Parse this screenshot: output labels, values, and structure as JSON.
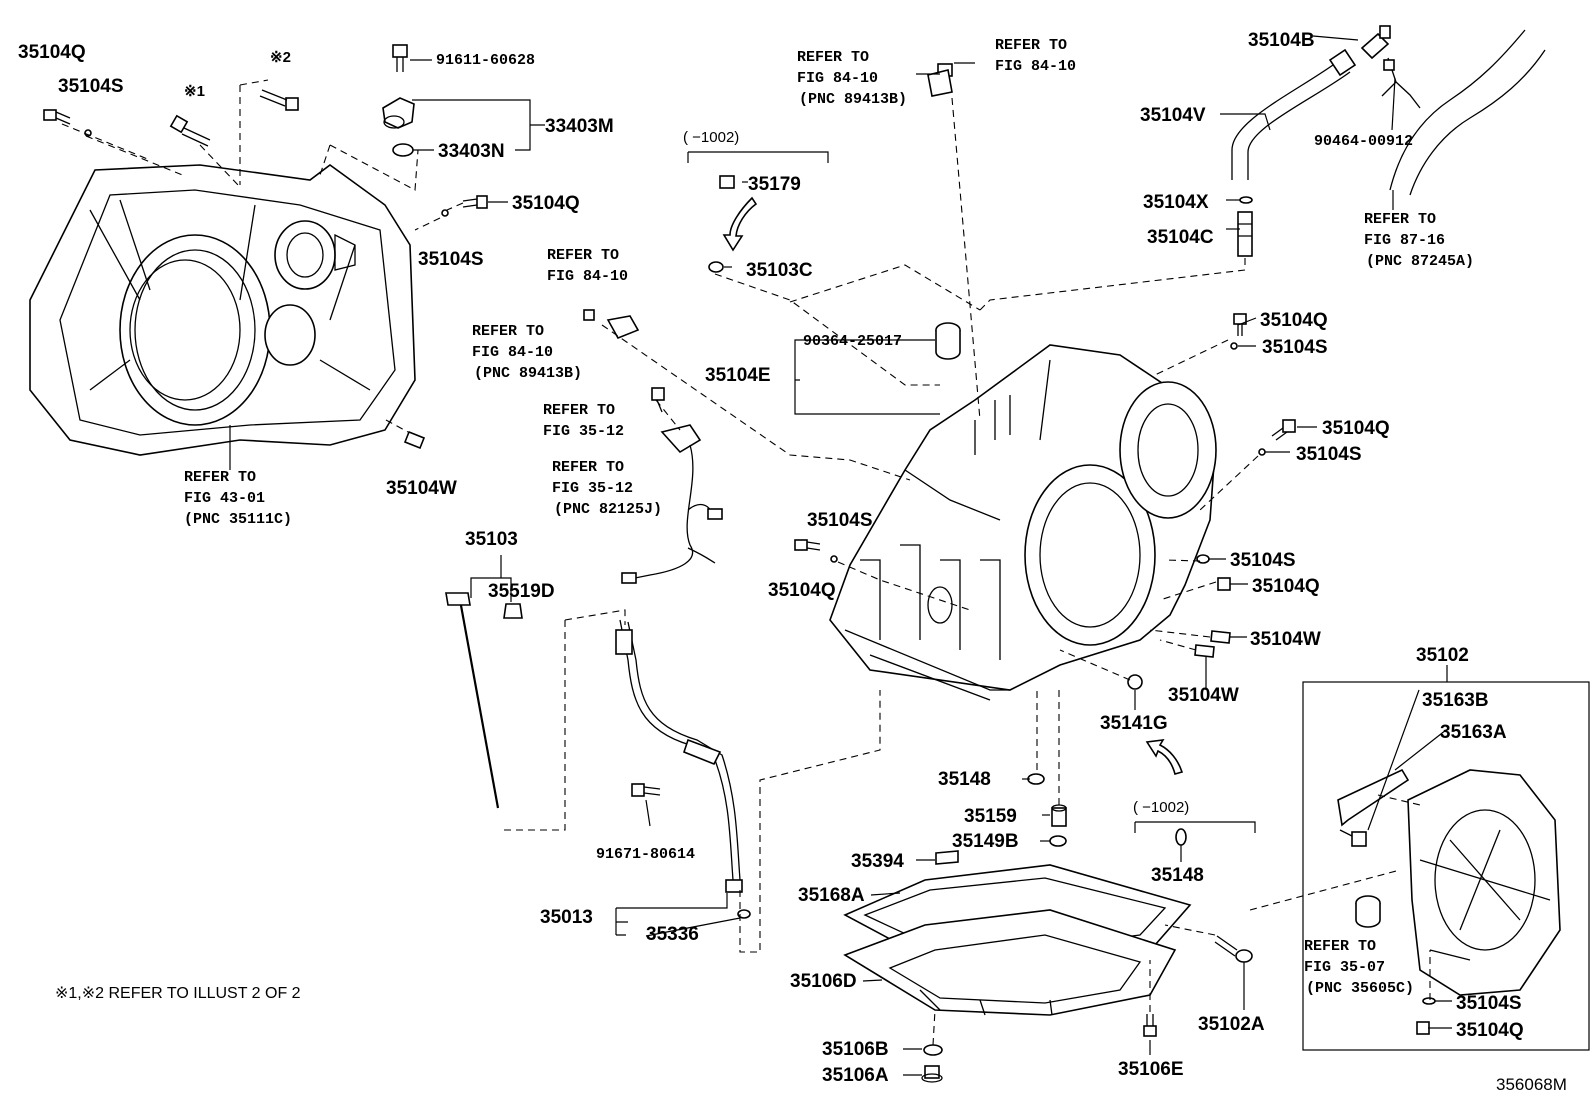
{
  "labels": {
    "p35104q_a": "35104Q",
    "p35104s_a": "35104S",
    "mark1_a": "※1",
    "mark2_a": "※2",
    "p91611": "91611-60628",
    "p33403m": "33403M",
    "p33403n": "33403N",
    "p35104q_b": "35104Q",
    "p35104s_b": "35104S",
    "ref_43_1": "REFER TO",
    "ref_43_2": "FIG 43-01",
    "ref_43_3": "(PNC 35111C)",
    "p35104w_a": "35104W",
    "ver_top_a": "( −1002)",
    "p35179": "35179",
    "p35103c": "35103C",
    "ref_84a_1": "REFER TO",
    "ref_84a_2": "FIG 84-10",
    "ref_84b_1": "REFER TO",
    "ref_84b_2": "FIG 84-10",
    "ref_84b_3": "(PNC 89413B)",
    "ref_84c_1": "REFER TO",
    "ref_84c_2": "FIG 84-10",
    "ref_84c_3": "(PNC 89413B)",
    "ref_84d_1": "REFER TO",
    "ref_84d_2": "FIG 84-10",
    "ref_35a_1": "REFER TO",
    "ref_35a_2": "FIG 35-12",
    "ref_35b_1": "REFER TO",
    "ref_35b_2": "FIG 35-12",
    "ref_35b_3": "(PNC 82125J)",
    "p90364": "90364-25017",
    "p35104e": "35104E",
    "p35103": "35103",
    "p35519d": "35519D",
    "p35104s_c": "35104S",
    "p35104q_c": "35104Q",
    "p35104b": "35104B",
    "p35104v": "35104V",
    "p90464": "90464-00912",
    "p35104x": "35104X",
    "p35104c": "35104C",
    "ref_87_1": "REFER TO",
    "ref_87_2": "FIG 87-16",
    "ref_87_3": "(PNC 87245A)",
    "p35104q_d": "35104Q",
    "p35104s_d": "35104S",
    "p35104q_e": "35104Q",
    "p35104s_e": "35104S",
    "p35104s_f": "35104S",
    "p35104q_f": "35104Q",
    "p35104w_b": "35104W",
    "p35104w_c": "35104W",
    "p35141g": "35141G",
    "p35102": "35102",
    "p35163b": "35163B",
    "p35163a": "35163A",
    "ref_3507_1": "REFER TO",
    "ref_3507_2": "FIG 35-07",
    "ref_3507_3": "(PNC 35605C)",
    "p35104s_g": "35104S",
    "p35104q_g": "35104Q",
    "p91671": "91671-80614",
    "p35013": "35013",
    "p35336": "35336",
    "p35148_a": "35148",
    "p35159": "35159",
    "p35149b": "35149B",
    "p35394": "35394",
    "p35168a": "35168A",
    "p35106d": "35106D",
    "p35106b": "35106B",
    "p35106a": "35106A",
    "p35106e": "35106E",
    "p35102a": "35102A",
    "ver_bot": "( −1002)",
    "p35148_b": "35148",
    "note": "※1,※2 REFER TO ILLUST 2 OF 2",
    "code": "356068M"
  }
}
